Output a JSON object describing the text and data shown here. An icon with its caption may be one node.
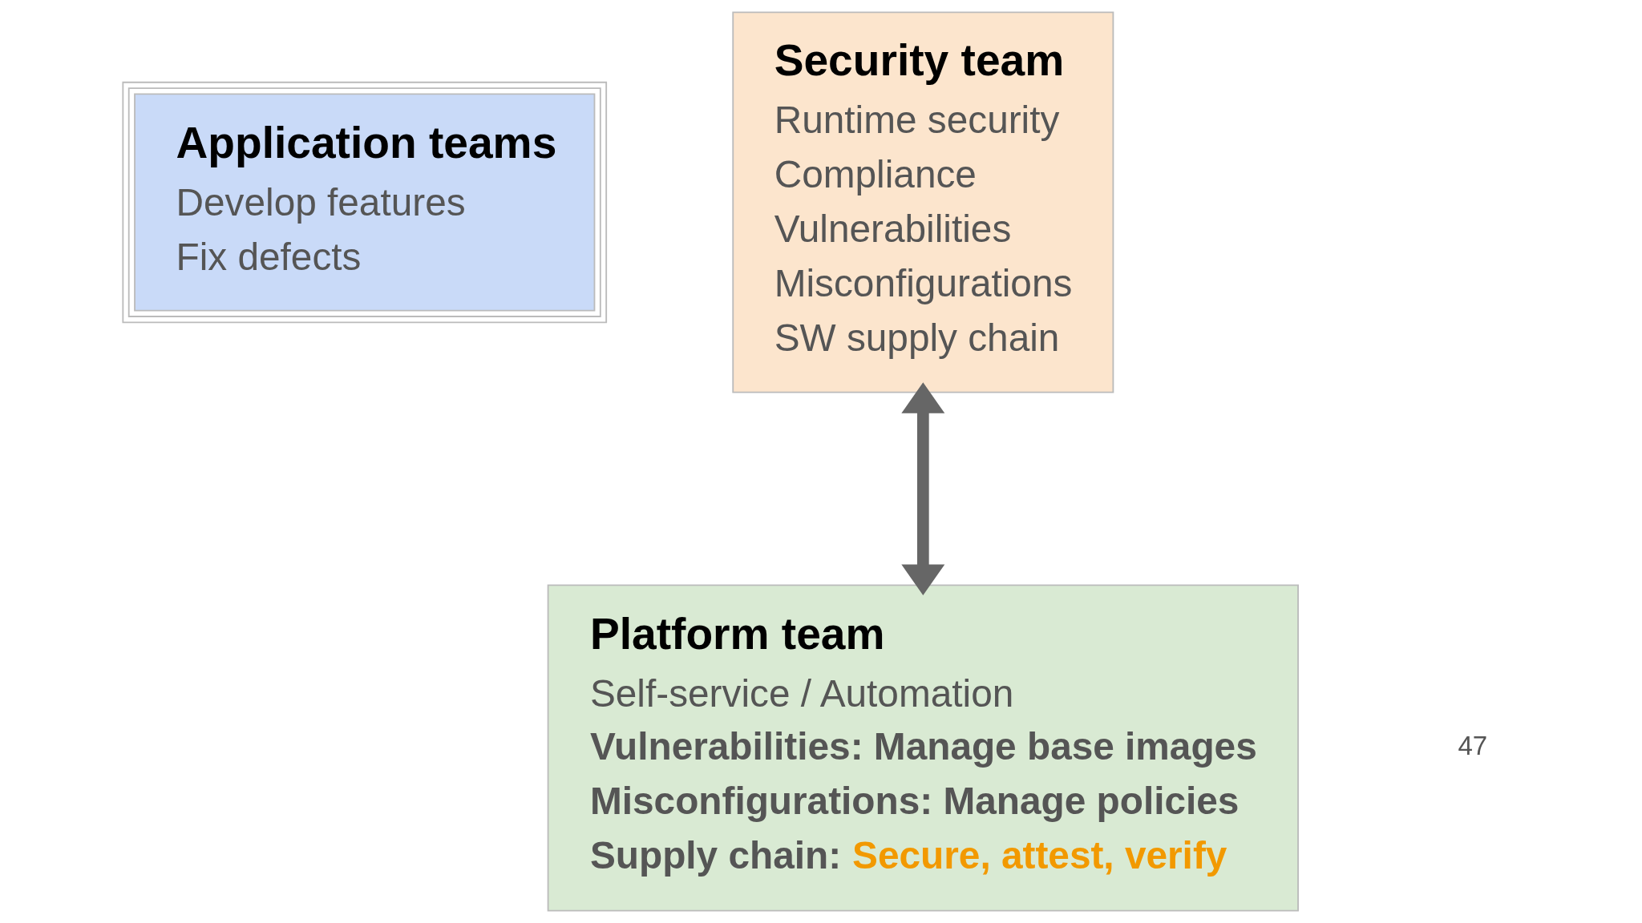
{
  "diagram": {
    "nodes": [
      {
        "text": [
          "Application teams",
          "Develop features",
          "Fix defects"
        ]
      },
      {
        "text": [
          "Security team",
          "Runtime security",
          "Compliance",
          "Vulnerabilities",
          "Misconfigurations",
          "SW supply chain"
        ]
      },
      {
        "text": [
          "Platform team",
          "Self-service / Automation",
          "Vulnerabilities: Manage base images",
          "Misconfigurations: Manage policies",
          "Supply chain: Secure, attest, verify"
        ]
      }
    ],
    "edges": [
      {
        "from": 2,
        "to": 1,
        "arrow": "both",
        "color": "#666666"
      }
    ],
    "labels": [
      "47"
    ]
  }
}
